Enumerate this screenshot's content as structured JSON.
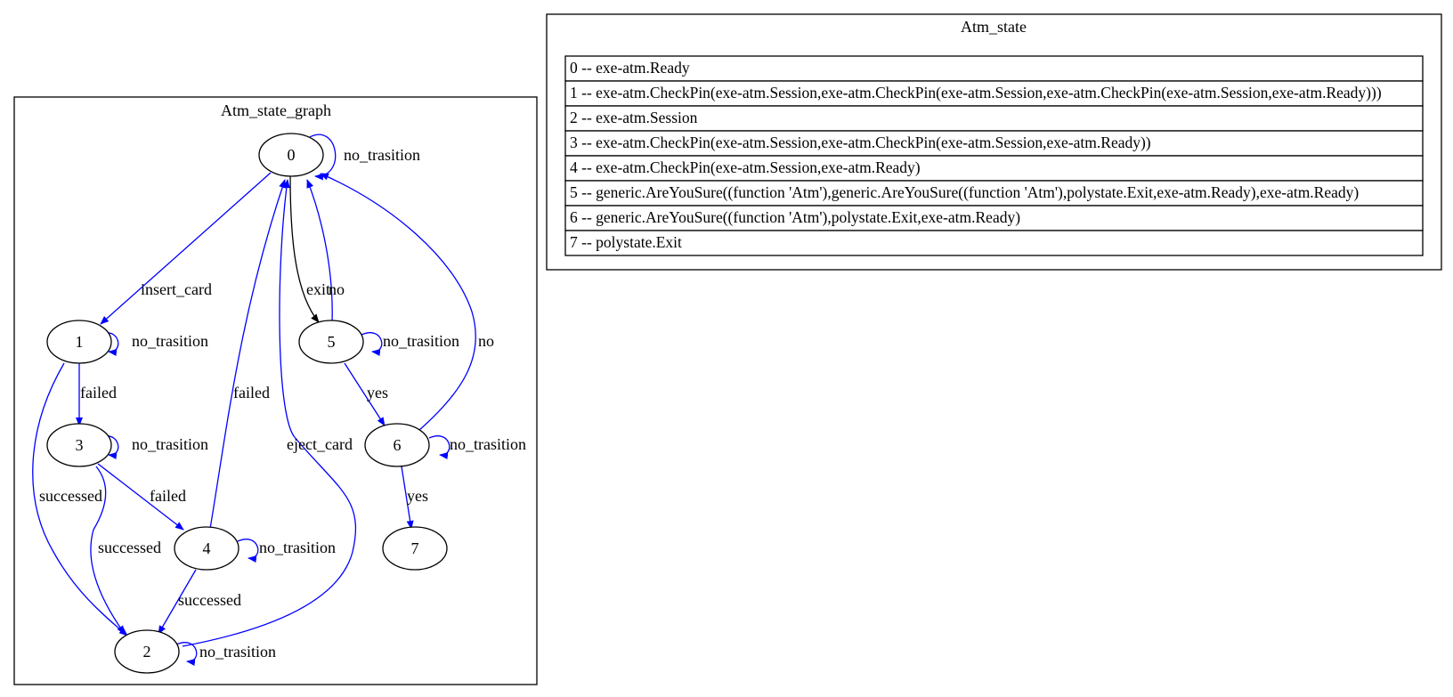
{
  "graph": {
    "title": "Atm_state_graph",
    "colors": {
      "edge_default": "#0000ff",
      "edge_exit": "#000000"
    },
    "nodes": [
      {
        "id": "0",
        "label": "0"
      },
      {
        "id": "1",
        "label": "1"
      },
      {
        "id": "2",
        "label": "2"
      },
      {
        "id": "3",
        "label": "3"
      },
      {
        "id": "4",
        "label": "4"
      },
      {
        "id": "5",
        "label": "5"
      },
      {
        "id": "6",
        "label": "6"
      },
      {
        "id": "7",
        "label": "7"
      }
    ],
    "edges": [
      {
        "from": "0",
        "to": "0",
        "label": "no_trasition",
        "color": "#0000ff"
      },
      {
        "from": "0",
        "to": "1",
        "label": "insert_card",
        "color": "#0000ff"
      },
      {
        "from": "0",
        "to": "5",
        "label": "exit",
        "color": "#000000"
      },
      {
        "from": "5",
        "to": "0",
        "label": "no",
        "color": "#0000ff"
      },
      {
        "from": "1",
        "to": "1",
        "label": "no_trasition",
        "color": "#0000ff"
      },
      {
        "from": "5",
        "to": "5",
        "label": "no_trasition",
        "color": "#0000ff"
      },
      {
        "from": "6",
        "to": "0",
        "label": "no",
        "color": "#0000ff"
      },
      {
        "from": "1",
        "to": "3",
        "label": "failed",
        "color": "#0000ff"
      },
      {
        "from": "4",
        "to": "0",
        "label": "failed",
        "color": "#0000ff"
      },
      {
        "from": "5",
        "to": "6",
        "label": "yes",
        "color": "#0000ff"
      },
      {
        "from": "3",
        "to": "3",
        "label": "no_trasition",
        "color": "#0000ff"
      },
      {
        "from": "2",
        "to": "0",
        "label": "eject_card",
        "color": "#0000ff"
      },
      {
        "from": "6",
        "to": "6",
        "label": "no_trasition",
        "color": "#0000ff"
      },
      {
        "from": "1",
        "to": "2",
        "label": "successed",
        "color": "#0000ff"
      },
      {
        "from": "3",
        "to": "4",
        "label": "failed",
        "color": "#0000ff"
      },
      {
        "from": "6",
        "to": "7",
        "label": "yes",
        "color": "#0000ff"
      },
      {
        "from": "3",
        "to": "2",
        "label": "successed",
        "color": "#0000ff"
      },
      {
        "from": "4",
        "to": "4",
        "label": "no_trasition",
        "color": "#0000ff"
      },
      {
        "from": "4",
        "to": "2",
        "label": "successed",
        "color": "#0000ff"
      },
      {
        "from": "2",
        "to": "2",
        "label": "no_trasition",
        "color": "#0000ff"
      }
    ]
  },
  "state_table": {
    "title": "Atm_state",
    "rows": [
      "0 -- exe-atm.Ready",
      "1 -- exe-atm.CheckPin(exe-atm.Session,exe-atm.CheckPin(exe-atm.Session,exe-atm.CheckPin(exe-atm.Session,exe-atm.Ready)))",
      "2 -- exe-atm.Session",
      "3 -- exe-atm.CheckPin(exe-atm.Session,exe-atm.CheckPin(exe-atm.Session,exe-atm.Ready))",
      "4 -- exe-atm.CheckPin(exe-atm.Session,exe-atm.Ready)",
      "5 -- generic.AreYouSure((function 'Atm'),generic.AreYouSure((function 'Atm'),polystate.Exit,exe-atm.Ready),exe-atm.Ready)",
      "6 -- generic.AreYouSure((function 'Atm'),polystate.Exit,exe-atm.Ready)",
      "7 -- polystate.Exit"
    ]
  }
}
